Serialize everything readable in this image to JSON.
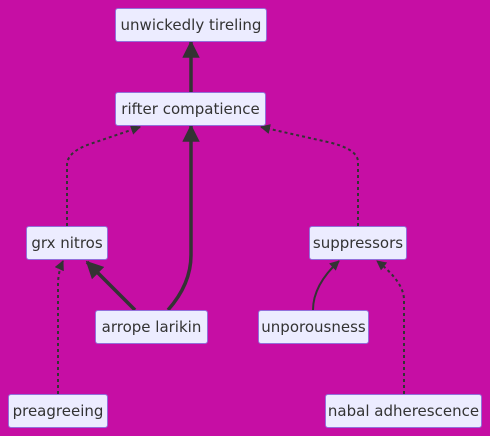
{
  "diagram": {
    "nodes": [
      {
        "id": "unwickedly",
        "label": "unwickedly tireling"
      },
      {
        "id": "rifter",
        "label": "rifter compatience"
      },
      {
        "id": "grx",
        "label": "grx nitros"
      },
      {
        "id": "suppressors",
        "label": "suppressors"
      },
      {
        "id": "arrope",
        "label": "arrope larikin"
      },
      {
        "id": "unporous",
        "label": "unporousness"
      },
      {
        "id": "preagree",
        "label": "preagreeing"
      },
      {
        "id": "nabal",
        "label": "nabal adherescence"
      }
    ],
    "edges": [
      {
        "from": "rifter",
        "to": "unwickedly",
        "style": "thick"
      },
      {
        "from": "grx",
        "to": "rifter",
        "style": "dotted"
      },
      {
        "from": "suppressors",
        "to": "rifter",
        "style": "dotted"
      },
      {
        "from": "arrope",
        "to": "rifter",
        "style": "thick"
      },
      {
        "from": "arrope",
        "to": "grx",
        "style": "thick"
      },
      {
        "from": "preagree",
        "to": "grx",
        "style": "dotted"
      },
      {
        "from": "unporous",
        "to": "suppressors",
        "style": "normal"
      },
      {
        "from": "nabal",
        "to": "suppressors",
        "style": "dotted"
      }
    ],
    "colors": {
      "background": "#c60ea4",
      "node_fill": "#ececff",
      "node_border": "#9370db",
      "text": "#333333",
      "edge": "#333333"
    }
  }
}
